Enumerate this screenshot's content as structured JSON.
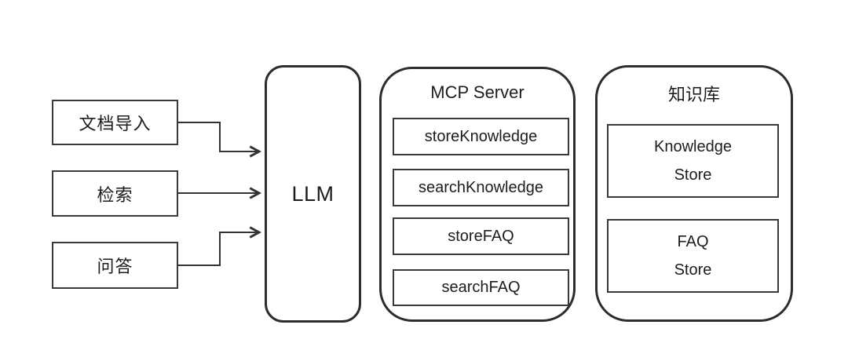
{
  "diagram": {
    "inputs": [
      {
        "label": "文档导入"
      },
      {
        "label": "检索"
      },
      {
        "label": "问答"
      }
    ],
    "llm": {
      "label": "LLM"
    },
    "mcp_server": {
      "title": "MCP Server",
      "tools": [
        "storeKnowledge",
        "searchKnowledge",
        "storeFAQ",
        "searchFAQ"
      ]
    },
    "knowledge_base": {
      "title": "知识库",
      "stores": [
        {
          "line1": "Knowledge",
          "line2": "Store"
        },
        {
          "line1": "FAQ",
          "line2": "Store"
        }
      ]
    },
    "colors": {
      "stroke": "#333333",
      "text": "#1d1d1f",
      "background": "#ffffff"
    }
  }
}
